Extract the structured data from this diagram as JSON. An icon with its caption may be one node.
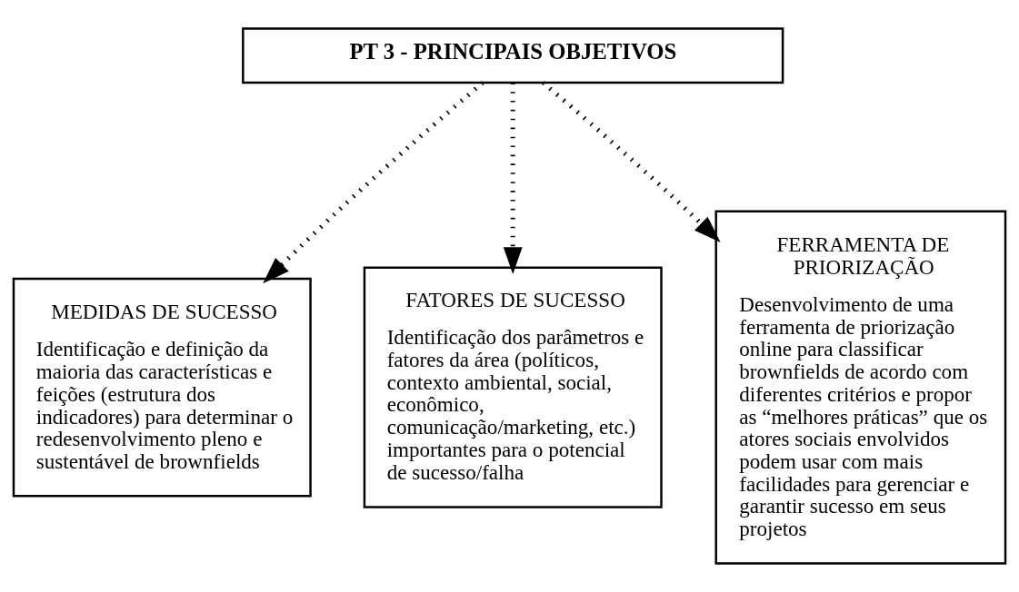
{
  "diagram": {
    "nodes": [
      {
        "text": [
          "PT 3 - PRINCIPAIS OBJETIVOS"
        ]
      },
      {
        "text": [
          "MEDIDAS DE SUCESSO",
          "Identificação e definição da maioria das características e feições (estrutura dos indicadores) para determinar o redesenvolvimento pleno e sustentável de brownfields"
        ]
      },
      {
        "text": [
          "FATORES DE SUCESSO",
          "Identificação dos parâmetros e fatores da área (políticos, contexto ambiental, social, econômico, comunicação/marketing, etc.) importantes para o potencial de sucesso/falha"
        ]
      },
      {
        "text": [
          "FERRAMENTA DE PRIORIZAÇÃO",
          "Desenvolvimento de uma ferramenta de priorização online para classificar brownfields de acordo com diferentes critérios e propor as “melhores práticas” que os atores sociais envolvidos podem usar com mais facilidades para gerenciar e garantir sucesso em seus projetos"
        ]
      }
    ],
    "edges": [
      {
        "from": 0,
        "to": 1,
        "arrow": "to",
        "style": "dashed"
      },
      {
        "from": 0,
        "to": 2,
        "arrow": "to",
        "style": "dashed"
      },
      {
        "from": 0,
        "to": 3,
        "arrow": "to",
        "style": "dashed"
      }
    ]
  }
}
